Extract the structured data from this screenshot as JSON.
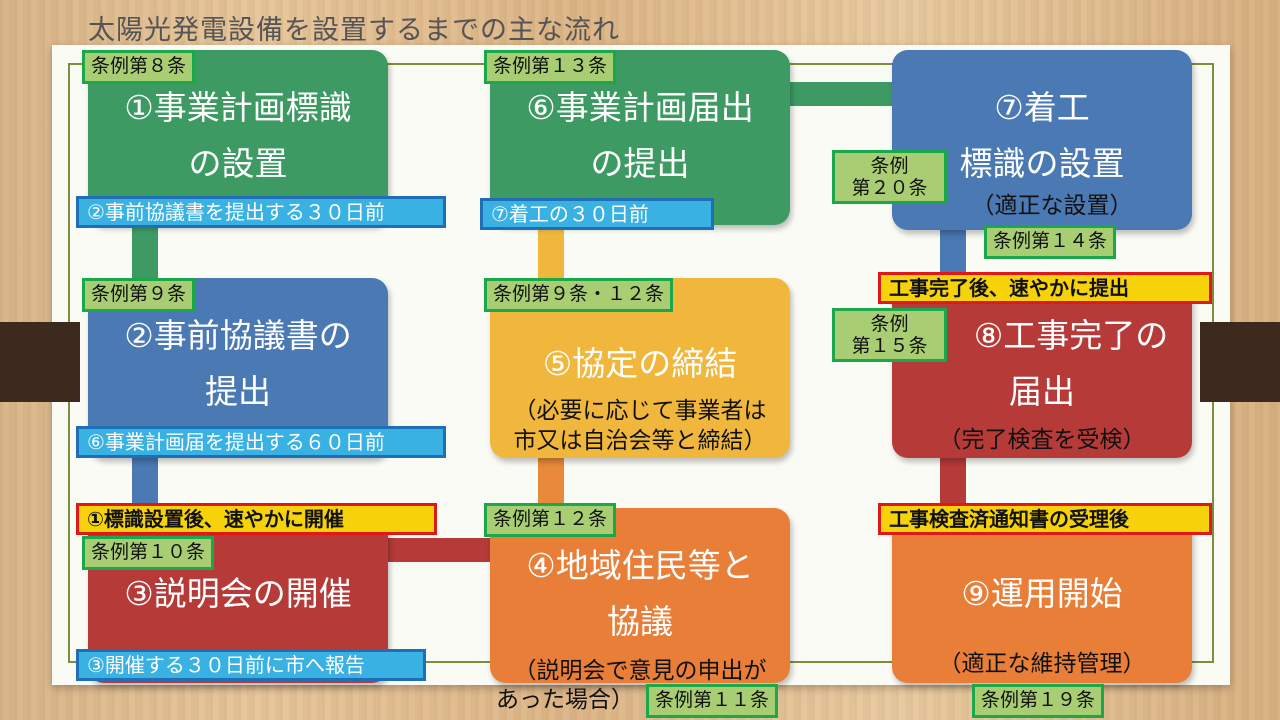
{
  "title": "太陽光発電設備を設置するまでの主な流れ",
  "steps": [
    {
      "id": "s1",
      "line1": "①事業計画標識",
      "line2": "の設置"
    },
    {
      "id": "s2",
      "line1": "②事前協議書の",
      "line2": "提出"
    },
    {
      "id": "s3",
      "line1": "③説明会の開催"
    },
    {
      "id": "s4",
      "line1": "④地域住民等と",
      "line2": "協議",
      "sub1": "（説明会で意見の申出が",
      "sub2": "あった場合）"
    },
    {
      "id": "s5",
      "line1": "⑤協定の締結",
      "sub1": "（必要に応じて事業者は",
      "sub2": "市又は自治会等と締結）"
    },
    {
      "id": "s6",
      "line1": "⑥事業計画届出",
      "line2": "の提出"
    },
    {
      "id": "s7",
      "line1": "⑦着工",
      "line2": "標識の設置",
      "sub1": "（適正な設置）"
    },
    {
      "id": "s8",
      "line1": "⑧工事完了の",
      "line2": "届出",
      "sub1": "（完了検査を受検）"
    },
    {
      "id": "s9",
      "line1": "⑨運用開始",
      "sub1": "（適正な維持管理）"
    }
  ],
  "ordinance_tags": {
    "t8": "条例第８条",
    "t9": "条例第９条",
    "t10": "条例第１０条",
    "t11": "条例第１１条",
    "t12": "条例第１２条",
    "t912": "条例第９条・１２条",
    "t13": "条例第１３条",
    "t14": "条例第１４条",
    "t19": "条例第１９条",
    "t20_l1": "条例",
    "t20_l2": "第２０条",
    "t15_l1": "条例",
    "t15_l2": "第１５条"
  },
  "timing_notes": {
    "n1": "②事前協議書を提出する３０日前",
    "n2": "⑥事業計画届を提出する６０日前",
    "n3": "③開催する３０日前に市へ報告",
    "n6": "⑦着工の３０日前"
  },
  "alerts": {
    "a3": "①標識設置後、速やかに開催",
    "a8": "工事完了後、速やかに提出",
    "a9": "工事検査済通知書の受理後"
  }
}
